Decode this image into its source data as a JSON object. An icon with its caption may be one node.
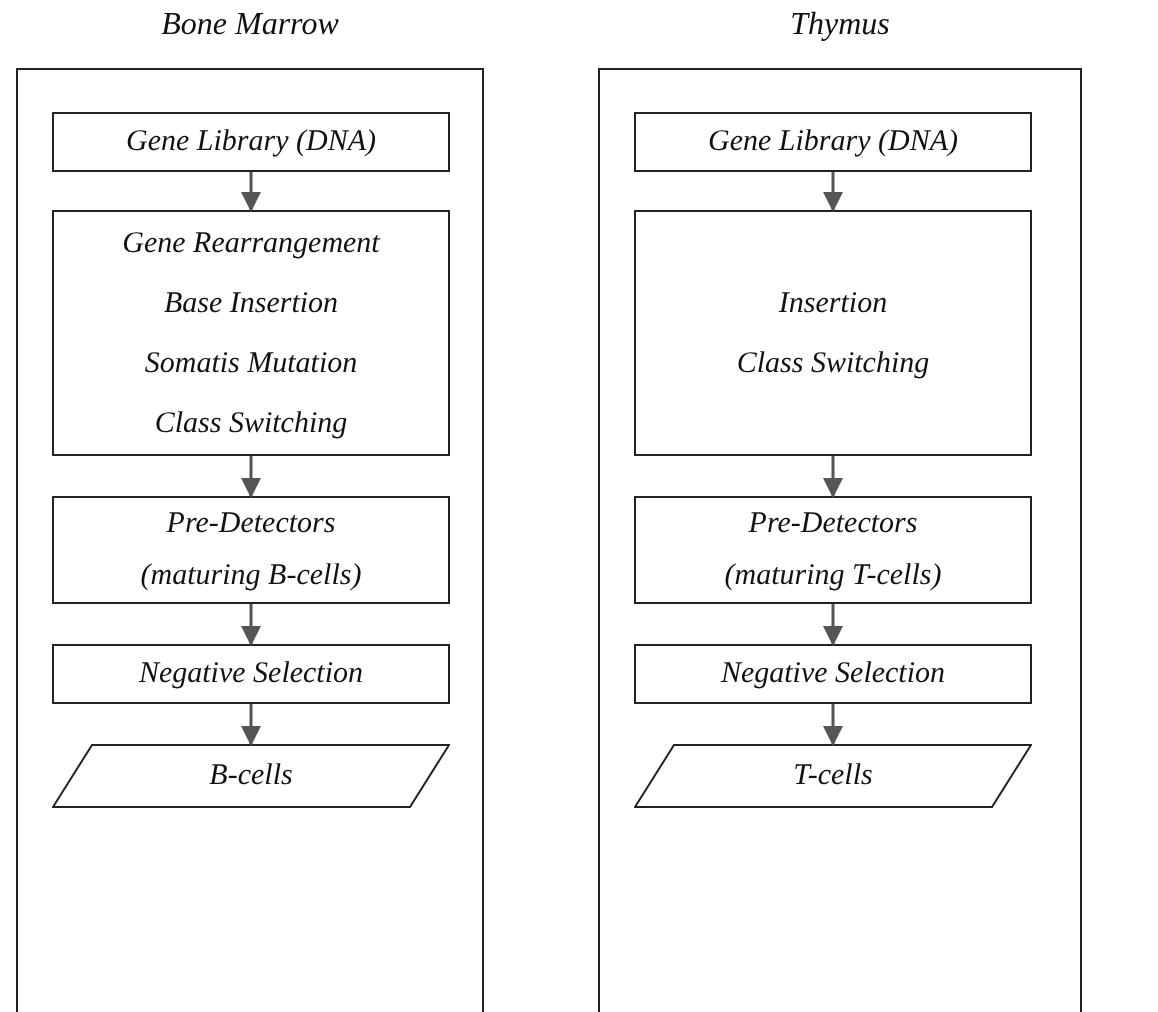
{
  "diagram": {
    "nodes": [
      {
        "text": [
          "Bone Marrow"
        ]
      },
      {
        "text": [
          "Gene Library (DNA)"
        ],
        "in": 0
      },
      {
        "text": [
          "Gene Rearrangement",
          "Base Insertion",
          "Somatis Mutation",
          "Class Switching"
        ],
        "in": 0
      },
      {
        "text": [
          "Pre-Detectors",
          "(maturing B-cells)"
        ],
        "in": 0
      },
      {
        "text": [
          "Negative Selection"
        ],
        "in": 0
      },
      {
        "text": [
          "B-cells"
        ],
        "in": 0
      },
      {
        "text": [
          "Thymus"
        ]
      },
      {
        "text": [
          "Gene Library (DNA)"
        ],
        "in": 6
      },
      {
        "text": [
          "Insertion",
          "Class Switching"
        ],
        "in": 6
      },
      {
        "text": [
          "Pre-Detectors",
          "(maturing T-cells)"
        ],
        "in": 6
      },
      {
        "text": [
          "Negative Selection"
        ],
        "in": 6
      },
      {
        "text": [
          "T-cells"
        ],
        "in": 6
      }
    ],
    "edges": [
      {
        "from": 1,
        "to": 2,
        "arrow": "to"
      },
      {
        "from": 2,
        "to": 3,
        "arrow": "to"
      },
      {
        "from": 3,
        "to": 4,
        "arrow": "to"
      },
      {
        "from": 4,
        "to": 5,
        "arrow": "to"
      },
      {
        "from": 7,
        "to": 8,
        "arrow": "to"
      },
      {
        "from": 8,
        "to": 9,
        "arrow": "to"
      },
      {
        "from": 9,
        "to": 10,
        "arrow": "to"
      },
      {
        "from": 10,
        "to": 11,
        "arrow": "to"
      }
    ]
  }
}
